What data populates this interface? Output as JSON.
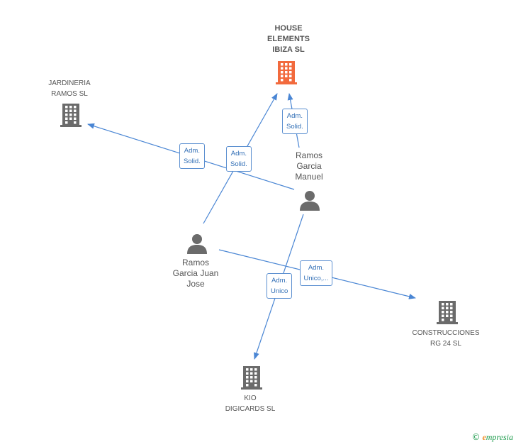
{
  "colors": {
    "edge": "#4a86d4",
    "building_gray": "#6b6b6b",
    "building_focus": "#f26a3d",
    "person": "#6b6b6b"
  },
  "nodes": [
    {
      "id": "house",
      "kind": "company",
      "focus": true,
      "label": "HOUSE\nELEMENTS\nIBIZA SL",
      "icon": "building-icon"
    },
    {
      "id": "jardineria",
      "kind": "company",
      "focus": false,
      "label": "JARDINERIA\nRAMOS SL",
      "icon": "building-icon"
    },
    {
      "id": "manuel",
      "kind": "person",
      "focus": false,
      "label": "Ramos\nGarcia\nManuel",
      "icon": "person-icon"
    },
    {
      "id": "juanjose",
      "kind": "person",
      "focus": false,
      "label": "Ramos\nGarcia Juan\nJose",
      "icon": "person-icon"
    },
    {
      "id": "construcciones",
      "kind": "company",
      "focus": false,
      "label": "CONSTRUCCIONES\nRG 24 SL",
      "icon": "building-icon"
    },
    {
      "id": "kio",
      "kind": "company",
      "focus": false,
      "label": "KIO\nDIGICARDS SL",
      "icon": "building-icon"
    }
  ],
  "edges": [
    {
      "from": "manuel",
      "to": "house",
      "label": "Adm.\nSolid."
    },
    {
      "from": "manuel",
      "to": "jardineria",
      "label": "Adm.\nSolid."
    },
    {
      "from": "juanjose",
      "to": "house",
      "label": "Adm.\nSolid."
    },
    {
      "from": "juanjose",
      "to": "construcciones",
      "label": "Adm.\nUnico,..."
    },
    {
      "from": "manuel",
      "to": "kio",
      "label": "Adm.\nUnico"
    }
  ],
  "brand": {
    "copyright": "©",
    "name_first": "e",
    "name_rest": "mpresia"
  }
}
